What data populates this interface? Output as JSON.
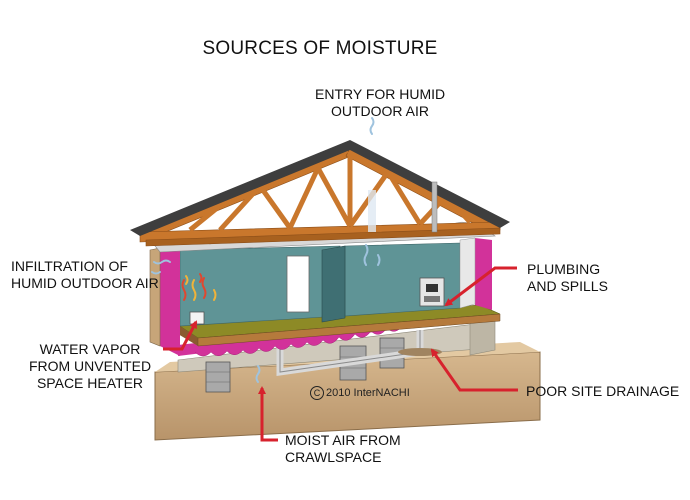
{
  "title": "SOURCES OF MOISTURE",
  "labels": {
    "entry_line1": "ENTRY FOR HUMID",
    "entry_line2": "OUTDOOR AIR",
    "infiltration_line1": "INFILTRATION OF",
    "infiltration_line2": "HUMID OUTDOOR AIR",
    "water_line1": "WATER VAPOR",
    "water_line2": "FROM UNVENTED",
    "water_line3": "SPACE HEATER",
    "plumbing_line1": "PLUMBING",
    "plumbing_line2": "AND SPILLS",
    "drainage": "POOR SITE DRAINAGE",
    "moist_line1": "MOIST AIR FROM",
    "moist_line2": "CRAWLSPACE"
  },
  "copyright": {
    "symbol": "C",
    "text": "2010  InterNACHI"
  },
  "colors": {
    "arrow": "#d7222d",
    "truss": "#c9772c",
    "wall_interior": "#5f9496",
    "floor": "#8d8a26",
    "ground": "#c7a579",
    "insulation": "#d8b6cf",
    "magenta": "#d2329a"
  }
}
